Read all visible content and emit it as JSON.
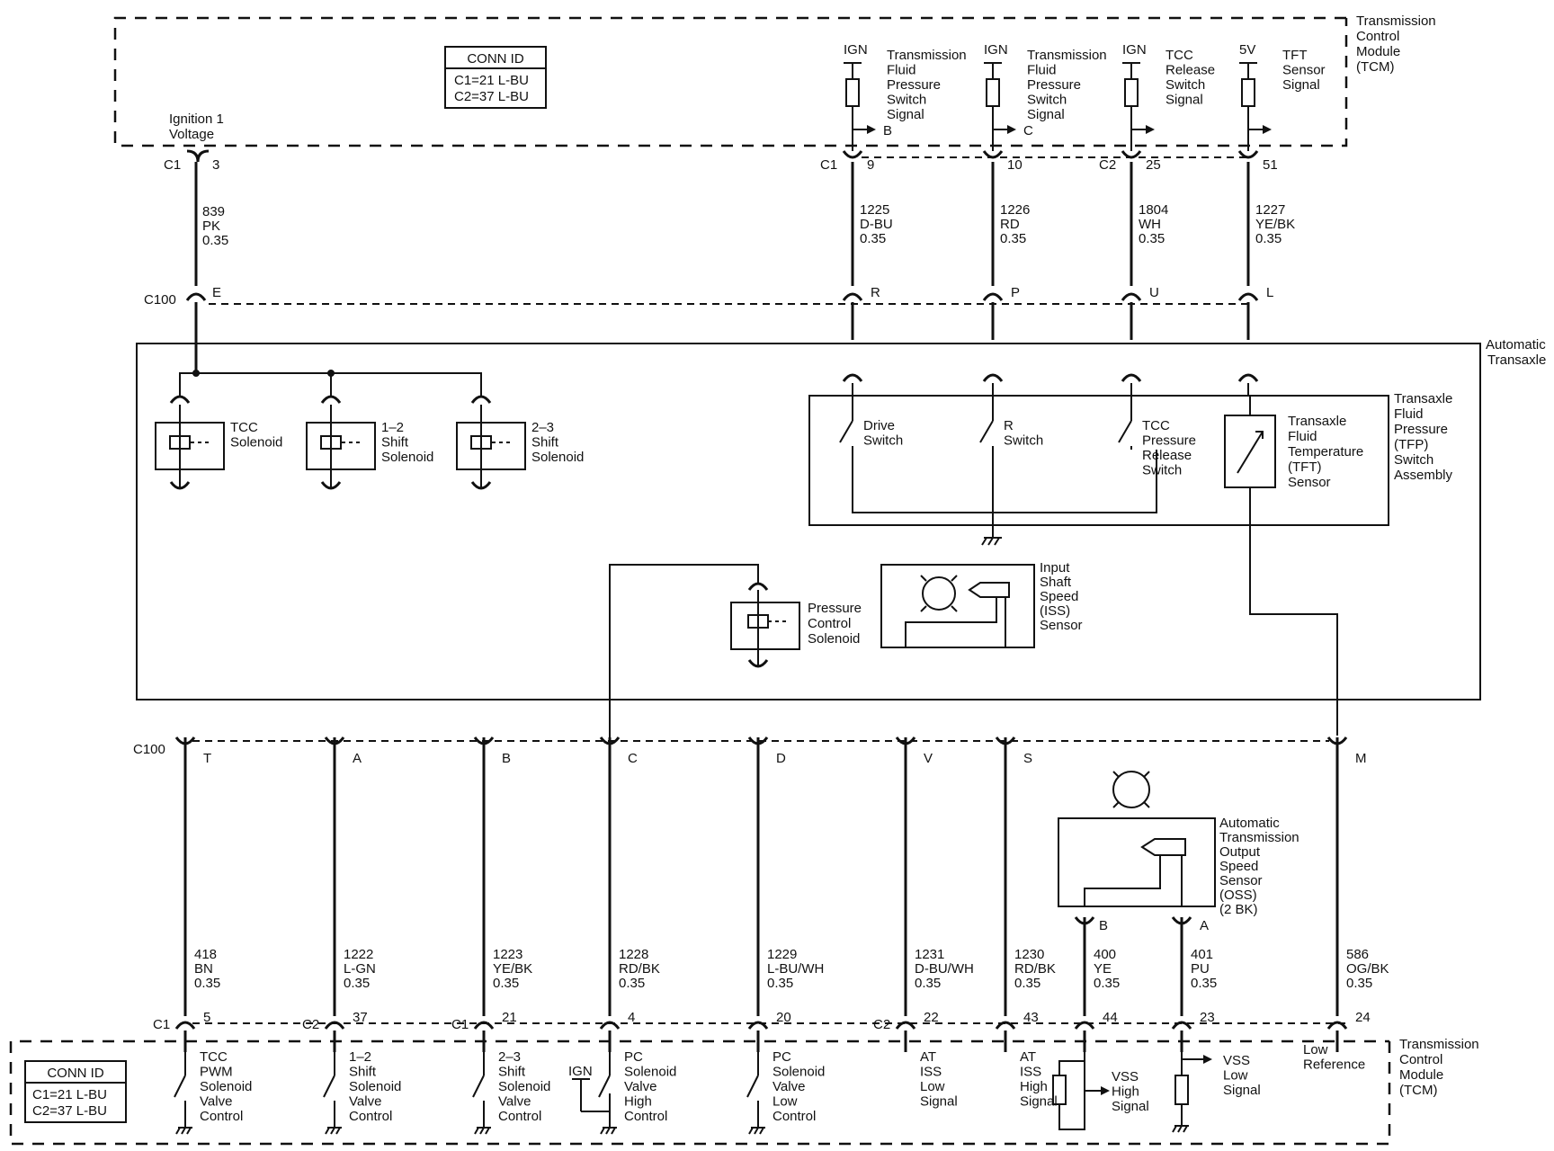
{
  "conn_id": {
    "title": "CONN ID",
    "c1": "C1=21 L-BU",
    "c2": "C2=37 L-BU"
  },
  "modules": {
    "tcm_top": [
      "Transmission",
      "Control",
      "Module",
      "(TCM)"
    ],
    "tcm_bottom": [
      "Transmission",
      "Control",
      "Module",
      "(TCM)"
    ],
    "transaxle": [
      "Automatic",
      "Transaxle"
    ],
    "tfp": [
      "Transaxle",
      "Fluid",
      "Pressure",
      "(TFP)",
      "Switch",
      "Assembly"
    ]
  },
  "top_signals": [
    {
      "supply": "IGN",
      "label": [
        "Transmission",
        "Fluid",
        "Pressure",
        "Switch",
        "Signal"
      ],
      "out": "B",
      "conn": "C1",
      "pin": "9",
      "circuit": "1225",
      "color": "D-BU",
      "gauge": "0.35",
      "c100_pin": "R"
    },
    {
      "supply": "IGN",
      "label": [
        "Transmission",
        "Fluid",
        "Pressure",
        "Switch",
        "Signal"
      ],
      "out": "C",
      "conn": "",
      "pin": "10",
      "circuit": "1226",
      "color": "RD",
      "gauge": "0.35",
      "c100_pin": "P"
    },
    {
      "supply": "IGN",
      "label": [
        "TCC",
        "Release",
        "Switch",
        "Signal"
      ],
      "out": "",
      "conn": "C2",
      "pin": "25",
      "circuit": "1804",
      "color": "WH",
      "gauge": "0.35",
      "c100_pin": "U"
    },
    {
      "supply": "5V",
      "label": [
        "TFT",
        "Sensor",
        "Signal"
      ],
      "out": "",
      "conn": "",
      "pin": "51",
      "circuit": "1227",
      "color": "YE/BK",
      "gauge": "0.35",
      "c100_pin": "L"
    }
  ],
  "ignition": {
    "label": [
      "Ignition 1",
      "Voltage"
    ],
    "conn": "C1",
    "pin": "3",
    "circuit": "839",
    "color": "PK",
    "gauge": "0.35",
    "c100": "C100",
    "c100_pin": "E"
  },
  "switches": [
    {
      "label": [
        "Drive",
        "Switch"
      ]
    },
    {
      "label": [
        "R",
        "Switch"
      ]
    },
    {
      "label": [
        "TCC",
        "Pressure",
        "Release",
        "Switch"
      ]
    }
  ],
  "tft_sensor": [
    "Transaxle",
    "Fluid",
    "Temperature",
    "(TFT)",
    "Sensor"
  ],
  "solenoids": [
    {
      "label": [
        "TCC",
        "Solenoid"
      ]
    },
    {
      "label": [
        "1–2",
        "Shift",
        "Solenoid"
      ]
    },
    {
      "label": [
        "2–3",
        "Shift",
        "Solenoid"
      ]
    }
  ],
  "pc_solenoid": [
    "Pressure",
    "Control",
    "Solenoid"
  ],
  "iss": [
    "Input",
    "Shaft",
    "Speed",
    "(ISS)",
    "Sensor"
  ],
  "oss": {
    "label": [
      "Automatic",
      "Transmission",
      "Output",
      "Speed",
      "Sensor",
      "(OSS)",
      "(2 BK)"
    ],
    "pin_b": "B",
    "pin_a": "A"
  },
  "bottom_c100": "C100",
  "bottom_wires": [
    {
      "c100_pin": "T",
      "circuit": "418",
      "color": "BN",
      "gauge": "0.35",
      "conn": "C1",
      "pin": "5",
      "label": [
        "TCC",
        "PWM",
        "Solenoid",
        "Valve",
        "Control"
      ]
    },
    {
      "c100_pin": "A",
      "circuit": "1222",
      "color": "L-GN",
      "gauge": "0.35",
      "conn": "C2",
      "pin": "37",
      "label": [
        "1–2",
        "Shift",
        "Solenoid",
        "Valve",
        "Control"
      ]
    },
    {
      "c100_pin": "B",
      "circuit": "1223",
      "color": "YE/BK",
      "gauge": "0.35",
      "conn": "C1",
      "pin": "21",
      "label": [
        "2–3",
        "Shift",
        "Solenoid",
        "Valve",
        "Control"
      ]
    },
    {
      "c100_pin": "C",
      "circuit": "1228",
      "color": "RD/BK",
      "gauge": "0.35",
      "conn": "",
      "pin": "4",
      "label": [
        "PC",
        "Solenoid",
        "Valve",
        "High",
        "Control"
      ]
    },
    {
      "c100_pin": "D",
      "circuit": "1229",
      "color": "L-BU/WH",
      "gauge": "0.35",
      "conn": "",
      "pin": "20",
      "label": [
        "PC",
        "Solenoid",
        "Valve",
        "Low",
        "Control"
      ]
    },
    {
      "c100_pin": "V",
      "circuit": "1231",
      "color": "D-BU/WH",
      "gauge": "0.35",
      "conn": "C2",
      "pin": "22",
      "label": [
        "AT",
        "ISS",
        "Low",
        "Signal"
      ]
    },
    {
      "c100_pin": "S",
      "circuit": "1230",
      "color": "RD/BK",
      "gauge": "0.35",
      "conn": "",
      "pin": "43",
      "label": [
        "AT",
        "ISS",
        "High",
        "Signal"
      ]
    },
    {
      "c100_pin": "",
      "circuit": "400",
      "color": "YE",
      "gauge": "0.35",
      "conn": "",
      "pin": "44",
      "label": [
        "VSS",
        "High",
        "Signal"
      ]
    },
    {
      "c100_pin": "",
      "circuit": "401",
      "color": "PU",
      "gauge": "0.35",
      "conn": "",
      "pin": "23",
      "label": [
        "VSS",
        "Low",
        "Signal"
      ]
    },
    {
      "c100_pin": "M",
      "circuit": "586",
      "color": "OG/BK",
      "gauge": "0.35",
      "conn": "",
      "pin": "24",
      "label": [
        "Low",
        "Reference"
      ]
    }
  ],
  "ign_small": "IGN"
}
